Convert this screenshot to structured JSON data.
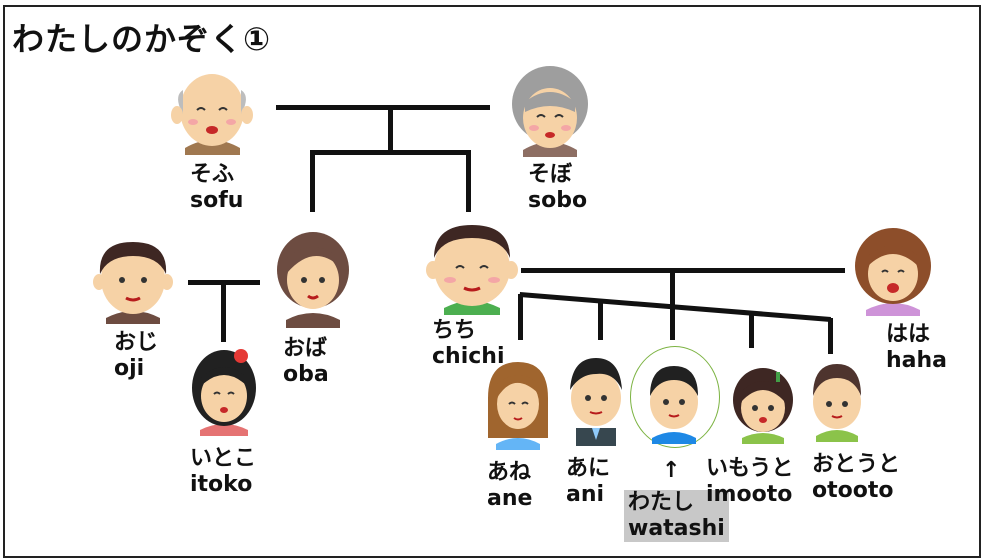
{
  "title": "わたしのかぞく①",
  "people": {
    "sofu": {
      "kana": "そふ",
      "romaji": "sofu"
    },
    "sobo": {
      "kana": "そぼ",
      "romaji": "sobo"
    },
    "oji": {
      "kana": "おじ",
      "romaji": "oji"
    },
    "oba": {
      "kana": "おば",
      "romaji": "oba"
    },
    "itoko": {
      "kana": "いとこ",
      "romaji": "itoko"
    },
    "chichi": {
      "kana": "ちち",
      "romaji": "chichi"
    },
    "haha": {
      "kana": "はは",
      "romaji": "haha"
    },
    "ane": {
      "kana": "あね",
      "romaji": "ane"
    },
    "ani": {
      "kana": "あに",
      "romaji": "ani"
    },
    "watashi": {
      "kana": "わたし",
      "romaji": "watashi"
    },
    "imooto": {
      "kana": "いもうと",
      "romaji": "imooto"
    },
    "otooto": {
      "kana": "おとうと",
      "romaji": "otooto"
    }
  },
  "arrow": "↑",
  "colors": {
    "line": "#111111",
    "highlight": "#c8c8c8",
    "circle": "#7cb342"
  }
}
